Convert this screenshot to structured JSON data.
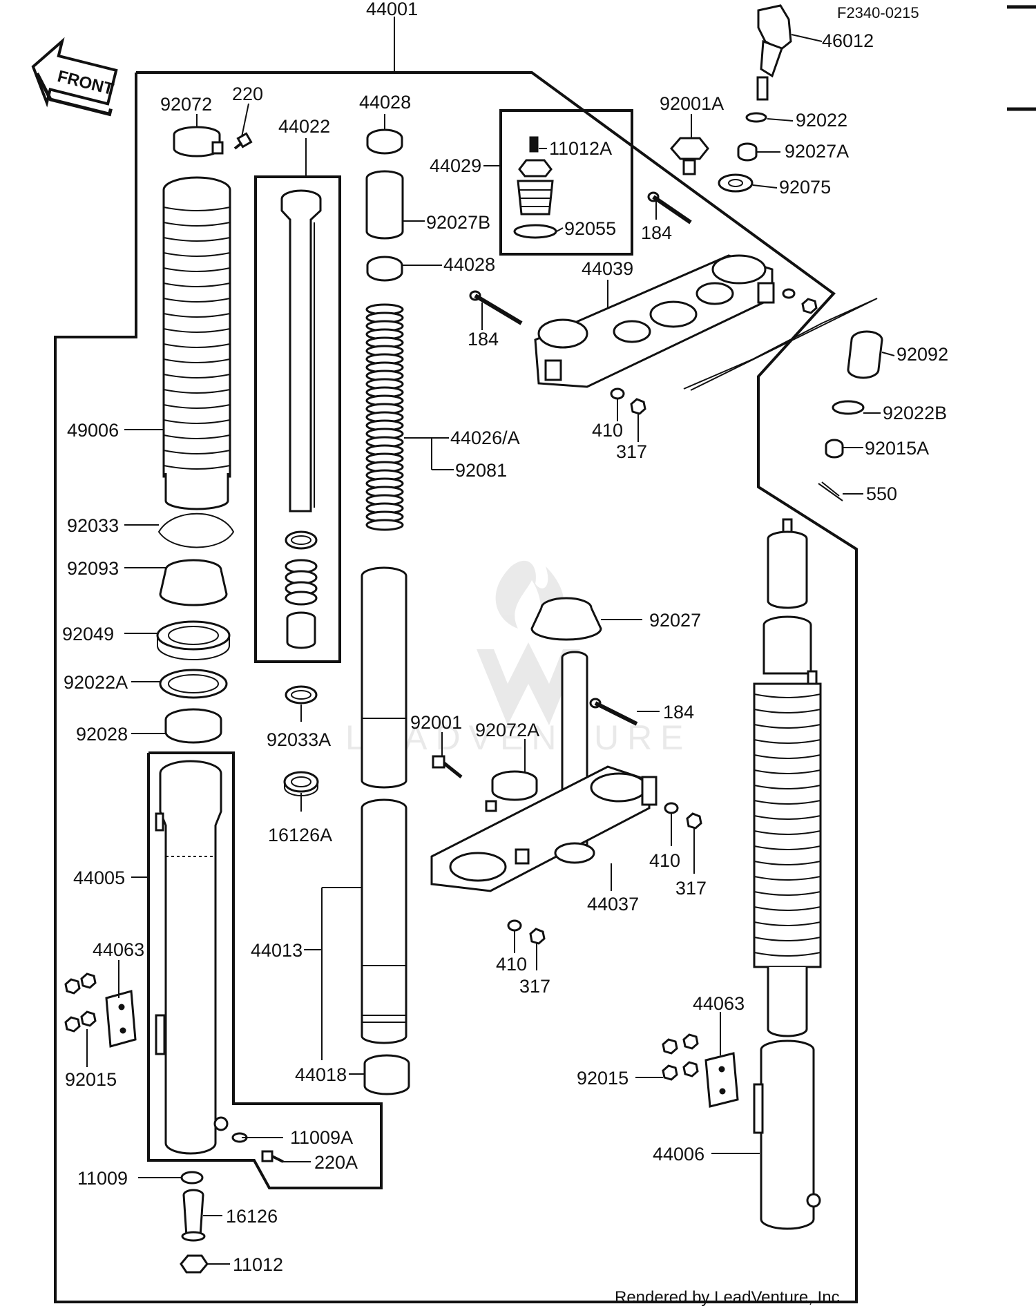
{
  "figure_code": "F2340-0215",
  "front_label": "FRONT",
  "watermark": "LEADVENTURE",
  "footer": "Rendered by LeadVenture, Inc.",
  "parts": {
    "p44001": "44001",
    "p46012": "46012",
    "p92072": "92072",
    "p220": "220",
    "p44022": "44022",
    "p44028_top": "44028",
    "p44029": "44029",
    "p11012A": "11012A",
    "p92027B": "92027B",
    "p92055": "92055",
    "p44028_bottom": "44028",
    "p92001A": "92001A",
    "p92022": "92022",
    "p92027A": "92027A",
    "p92075": "92075",
    "p184_top": "184",
    "p44039": "44039",
    "p184_mid": "184",
    "p92092": "92092",
    "p49006": "49006",
    "p44026A": "44026/A",
    "p92081": "92081",
    "p410_top": "410",
    "p317_top": "317",
    "p92022B": "92022B",
    "p92015A": "92015A",
    "p550": "550",
    "p92033": "92033",
    "p92093": "92093",
    "p92049": "92049",
    "p92027": "92027",
    "p92022A": "92022A",
    "p184_low": "184",
    "p92028": "92028",
    "p92033A": "92033A",
    "p92001": "92001",
    "p92072A": "92072A",
    "p16126A": "16126A",
    "p410_mid": "410",
    "p317_mid": "317",
    "p44005": "44005",
    "p44037": "44037",
    "p44063_left": "44063",
    "p44013": "44013",
    "p410_low": "410",
    "p317_low": "317",
    "p44063_right": "44063",
    "p92015_left": "92015",
    "p44018": "44018",
    "p92015_right": "92015",
    "p11009A": "11009A",
    "p220A": "220A",
    "p44006": "44006",
    "p11009": "11009",
    "p16126": "16126",
    "p11012": "11012"
  }
}
